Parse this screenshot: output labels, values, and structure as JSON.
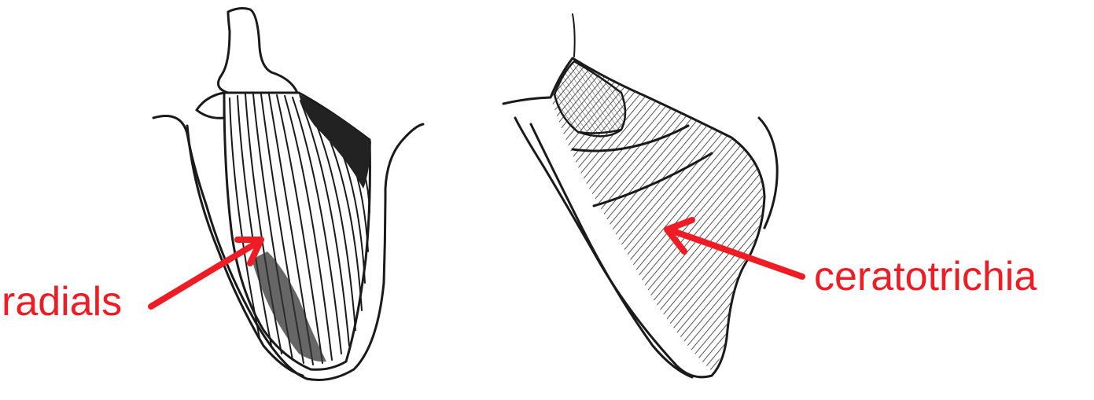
{
  "labels": {
    "radials": "radials",
    "ceratotrichia": "ceratotrichia"
  },
  "colors": {
    "annotation": "#ee1c24",
    "ink": "#1a1a1a",
    "background": "#ffffff"
  },
  "figures": [
    {
      "name": "left-fin",
      "structure": "radials"
    },
    {
      "name": "right-fin",
      "structure": "ceratotrichia"
    }
  ]
}
